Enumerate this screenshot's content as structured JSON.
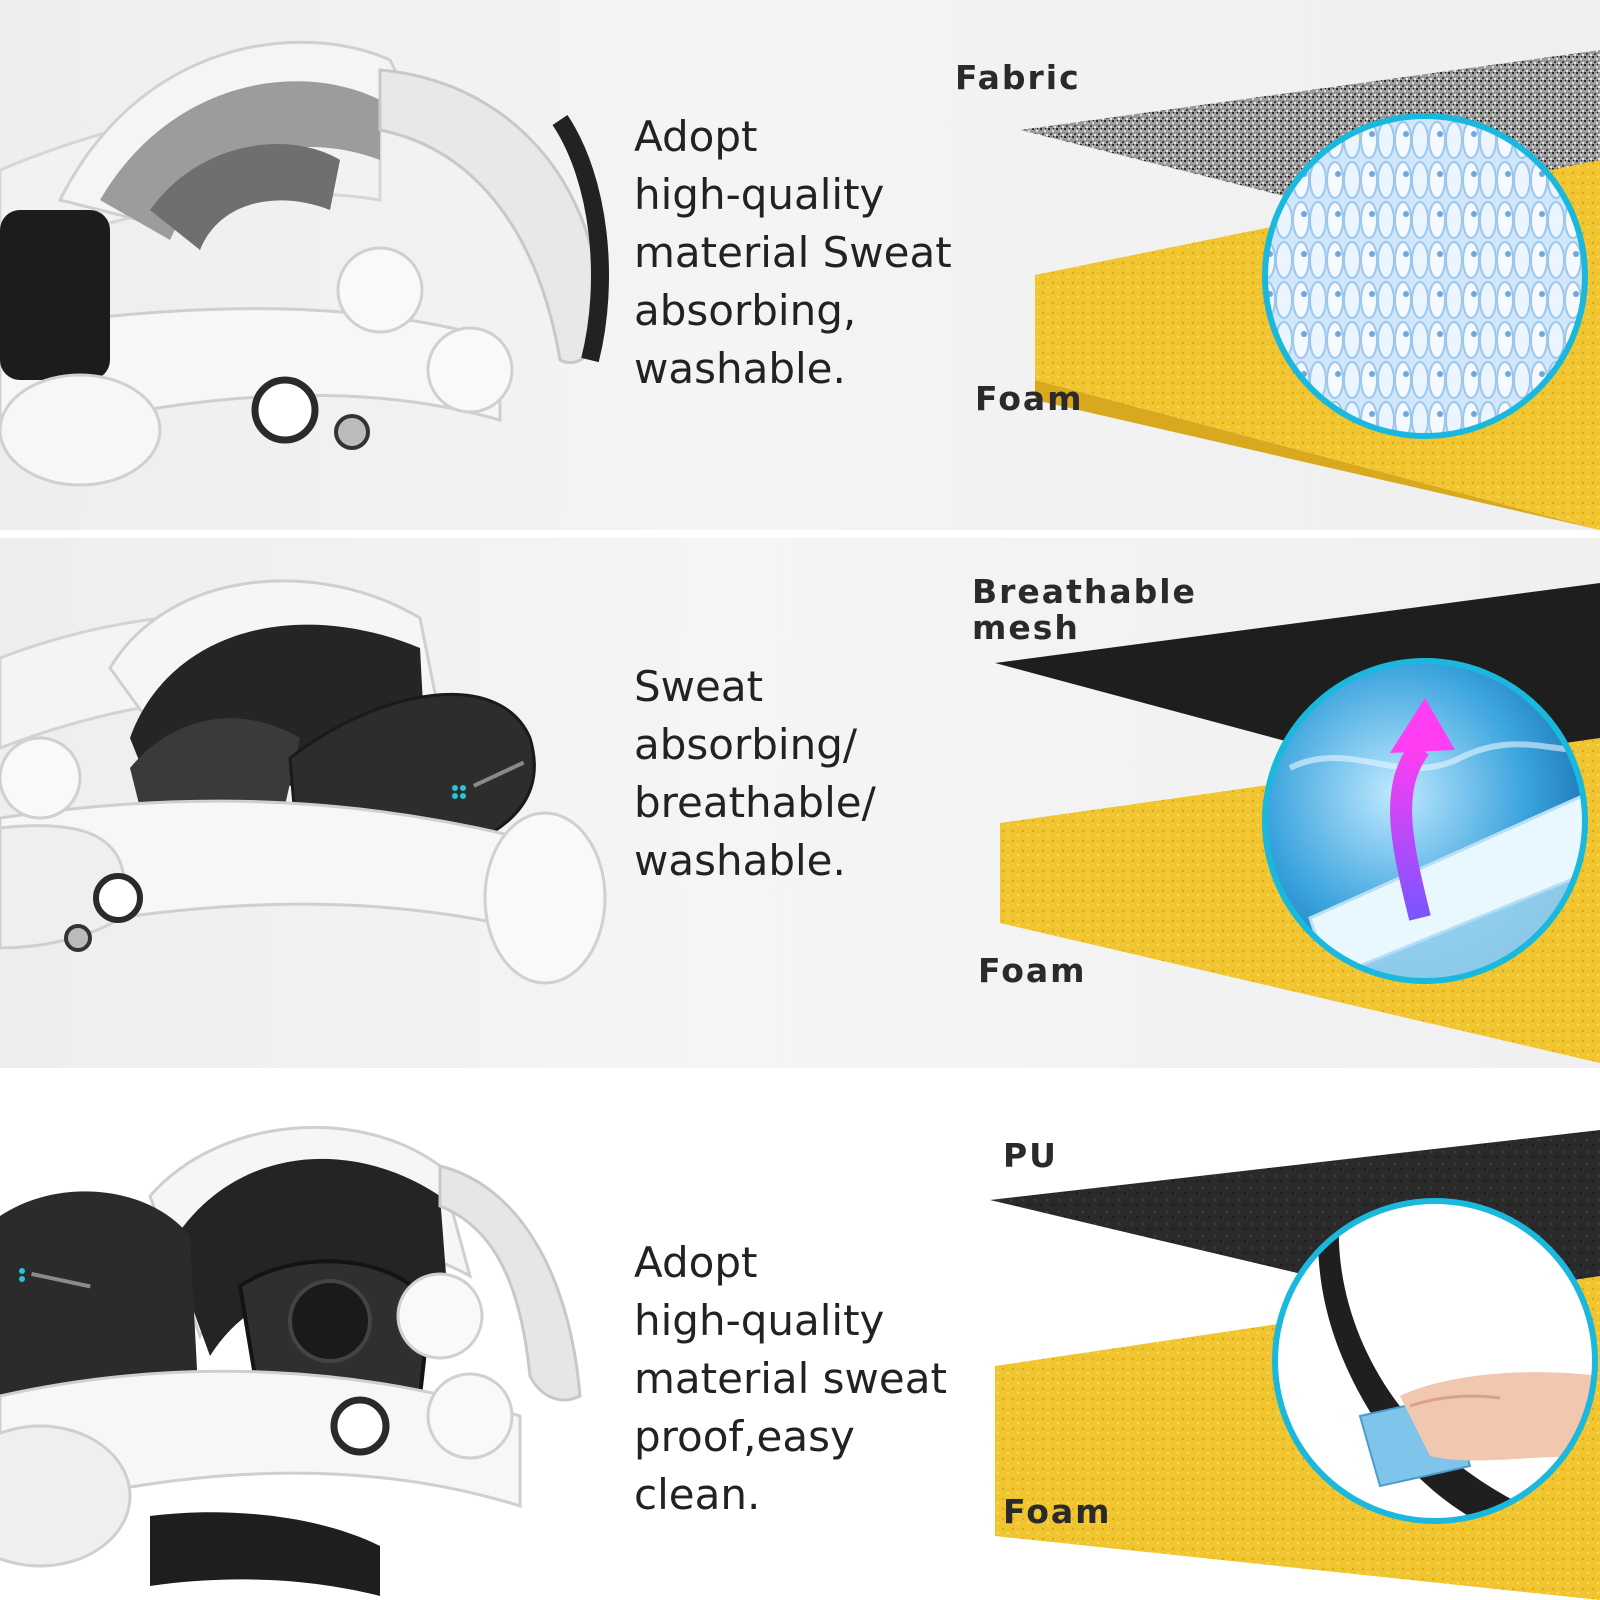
{
  "sections": [
    {
      "description": "Adopt\nhigh-quality\nmaterial Sweat\nabsorbing,\nwashable.",
      "top_layer": "Fabric",
      "bottom_layer": "Foam"
    },
    {
      "description": "Sweat\nabsorbing/\nbreathable/\nwashable.",
      "top_layer": "Breathable\nmesh",
      "bottom_layer": "Foam"
    },
    {
      "description": "Adopt\nhigh-quality\nmaterial sweat\nproof,easy\nclean.",
      "top_layer": "PU",
      "bottom_layer": "Foam"
    }
  ],
  "colors": {
    "foam": "#f2c935",
    "accent_ring": "#1ab8dc",
    "headset": "#f4f4f4",
    "fabric": "#8a8a8a",
    "mesh": "#1f1f1f",
    "pu": "#262626"
  }
}
